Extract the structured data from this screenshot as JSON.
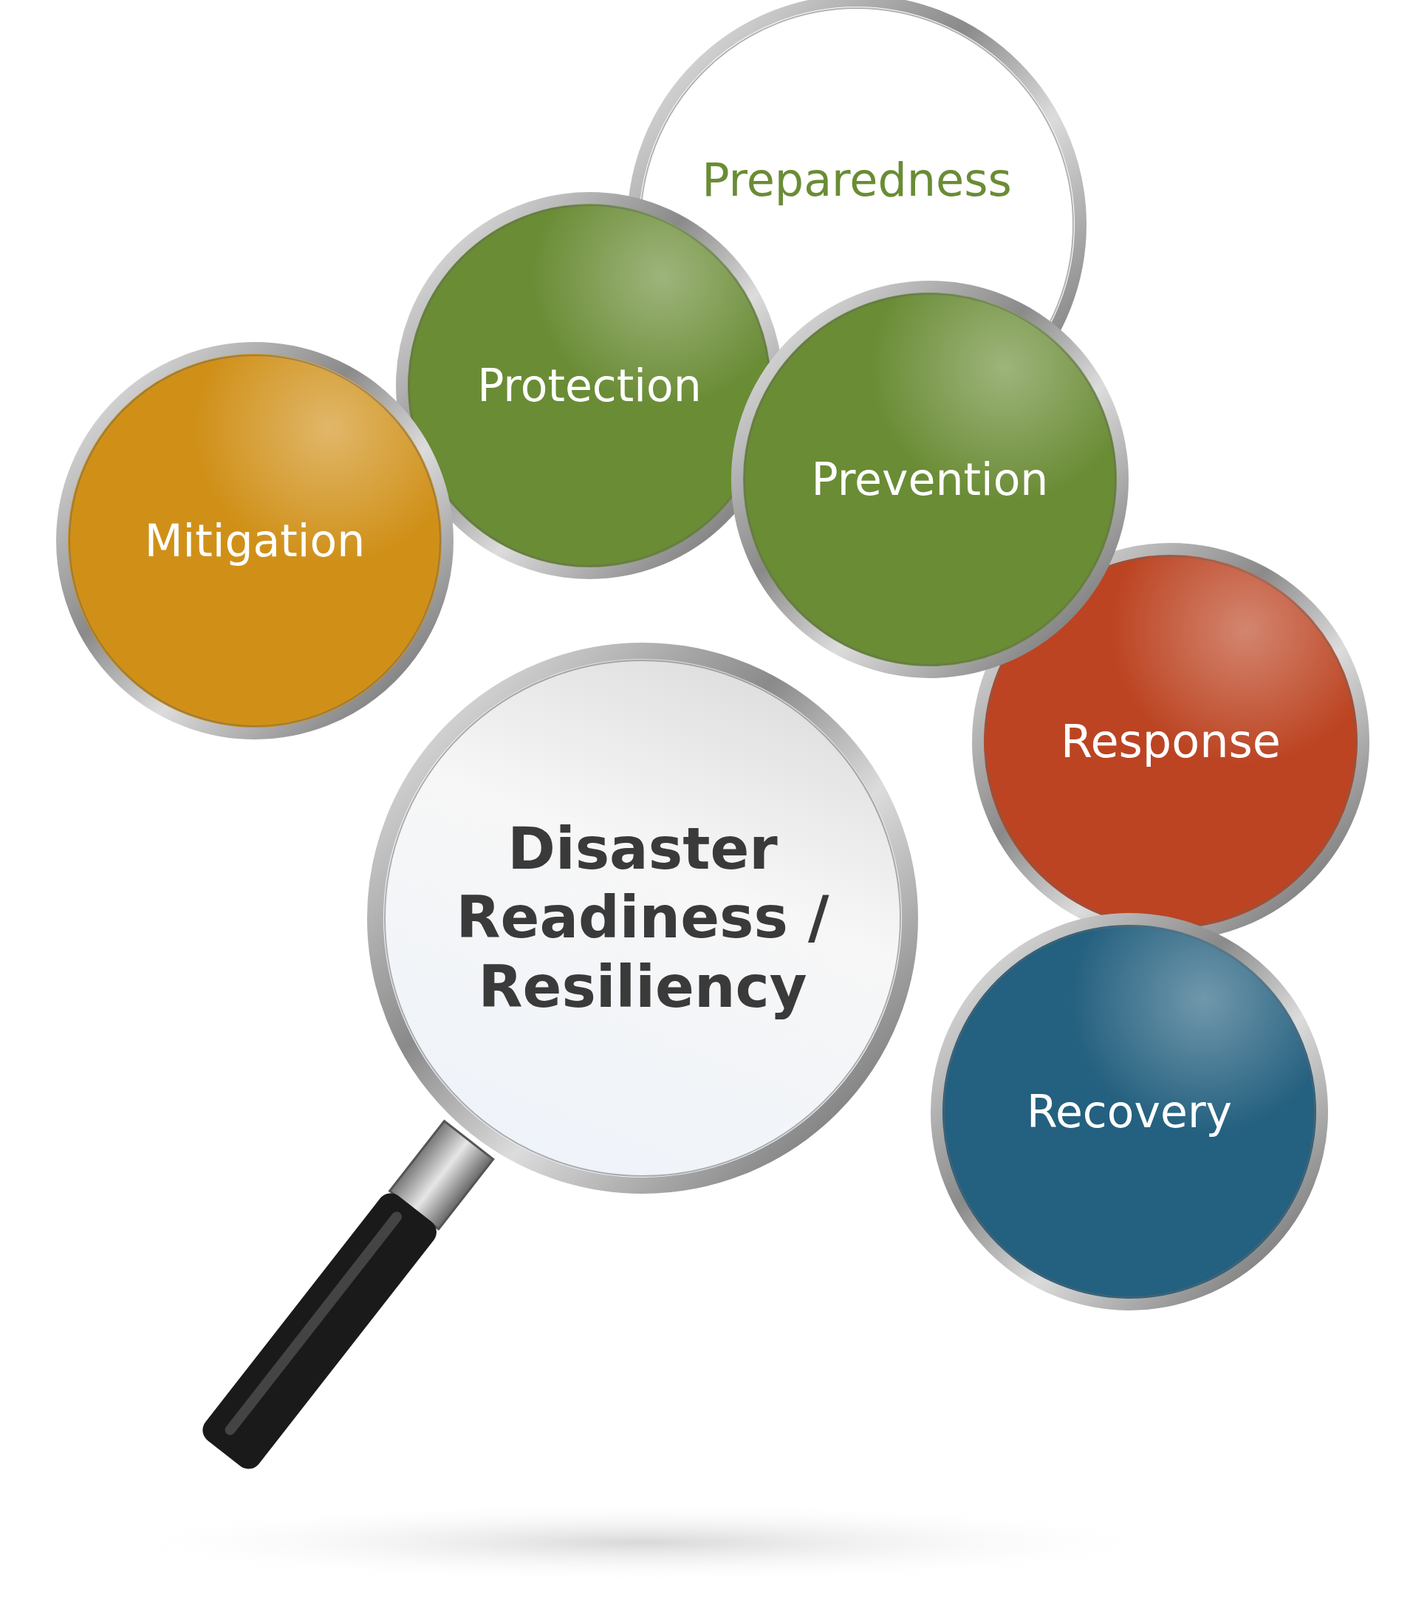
{
  "diagram": {
    "nodes": [
      {
        "text": [
          "Preparedness"
        ]
      },
      {
        "text": [
          "Protection"
        ]
      },
      {
        "text": [
          "Prevention"
        ]
      },
      {
        "text": [
          "Mitigation"
        ]
      },
      {
        "text": [
          "Disaster Readiness / Resiliency"
        ]
      },
      {
        "text": [
          "Response"
        ]
      },
      {
        "text": [
          "Recovery"
        ]
      }
    ]
  }
}
